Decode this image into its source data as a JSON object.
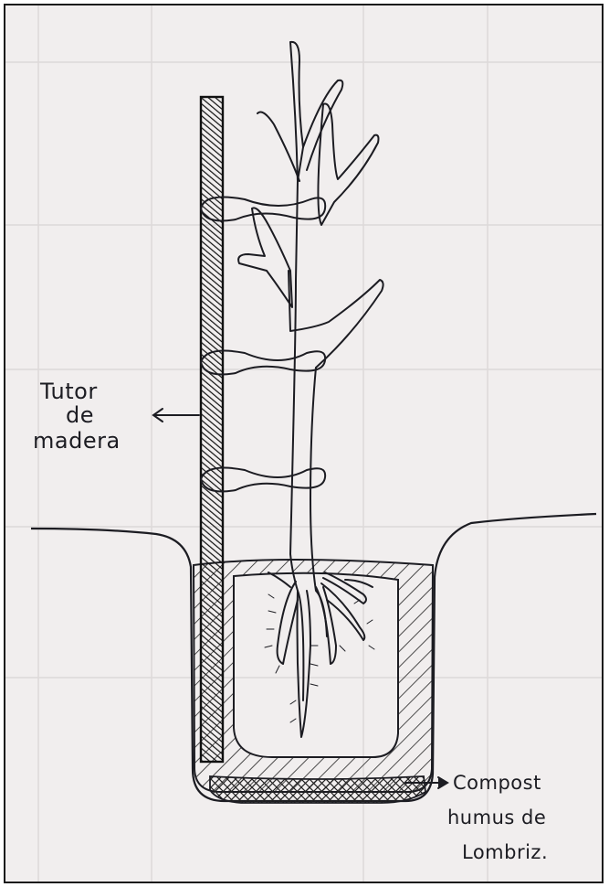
{
  "labels": {
    "stake": [
      "Tutor",
      "de",
      "madera"
    ],
    "compost": [
      "Compost",
      "humus de",
      "Lombriz."
    ]
  },
  "colors": {
    "paper": "#f1eeee",
    "ink": "#1c1c22",
    "faint_grid": "#dcd8d8"
  }
}
